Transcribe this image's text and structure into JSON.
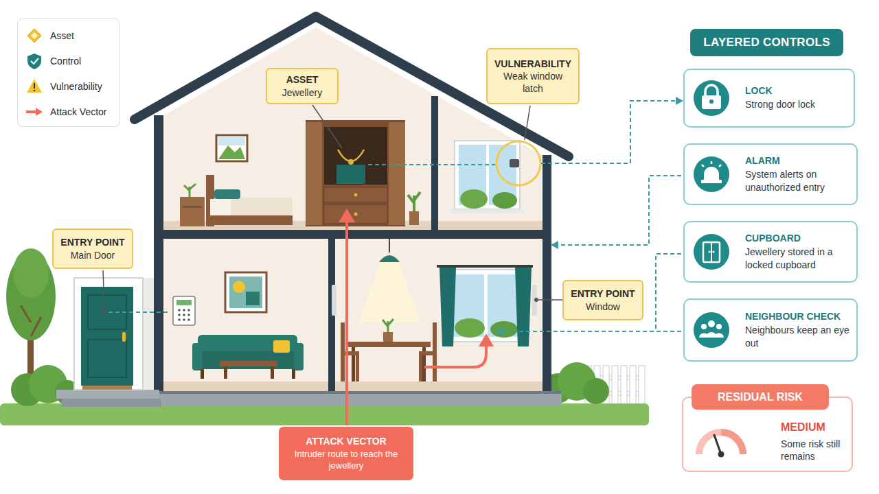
{
  "diagram": {
    "nodes": [
      {
        "text": [
          "ASSET",
          "Jewellery"
        ]
      },
      {
        "text": [
          "VULNERABILITY",
          "Weak window latch"
        ]
      },
      {
        "text": [
          "ENTRY POINT",
          "Main Door"
        ]
      },
      {
        "text": [
          "ENTRY POINT",
          "Window"
        ]
      },
      {
        "text": [
          "ATTACK VECTOR",
          "Intruder route to reach the jewellery"
        ]
      },
      {
        "text": [
          "LAYERED CONTROLS"
        ]
      },
      {
        "text": [
          "LOCK",
          "Strong door lock"
        ]
      },
      {
        "text": [
          "ALARM",
          "System alerts on unauthorized entry"
        ]
      },
      {
        "text": [
          "CUPBOARD",
          "Jewellery stored in a locked cupboard"
        ]
      },
      {
        "text": [
          "NEIGHBOUR CHECK",
          "Neighbours keep an eye out"
        ]
      },
      {
        "text": [
          "RESIDUAL RISK",
          "MEDIUM",
          "Some risk still remains"
        ]
      }
    ],
    "legend": [
      {
        "text": "Asset"
      },
      {
        "text": "Control"
      },
      {
        "text": "Vulnerability"
      },
      {
        "text": "Attack Vector"
      }
    ]
  }
}
